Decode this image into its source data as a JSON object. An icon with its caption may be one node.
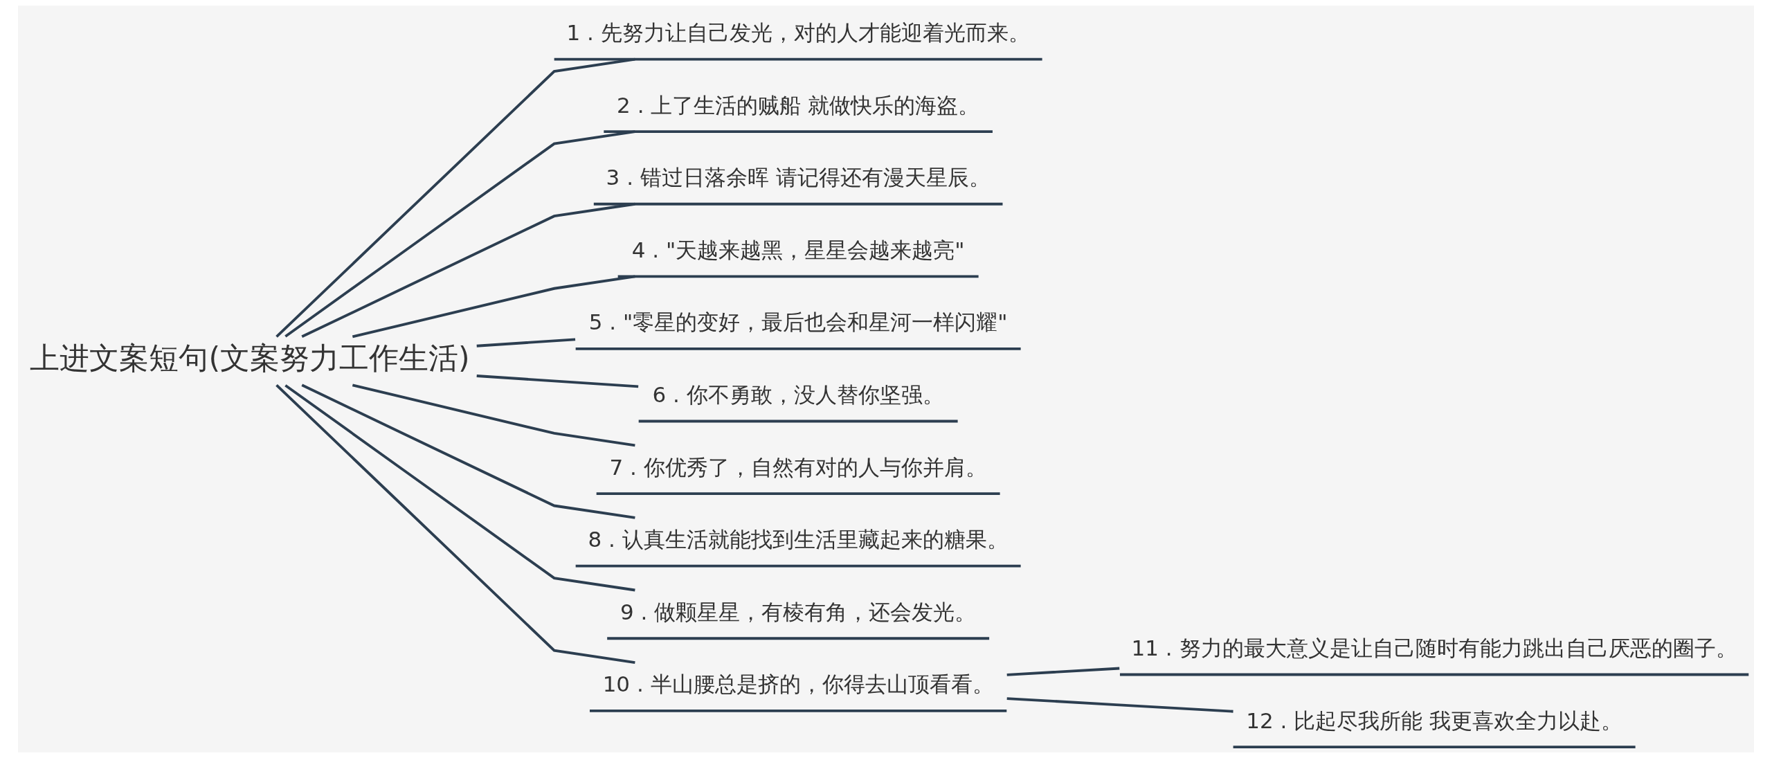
{
  "diagram": {
    "nodes": [
      {
        "text": [
          "上进文案短句(文案努力工作生活)"
        ]
      },
      {
        "text": [
          "1 . 先努力让自己发光，对的人才能迎着光而来。"
        ]
      },
      {
        "text": [
          "2 . 上了生活的贼船 就做快乐的海盗。"
        ]
      },
      {
        "text": [
          "3 . 错过日落余晖 请记得还有漫天星辰。"
        ]
      },
      {
        "text": [
          "4 . \"天越来越黑，星星会越来越亮\""
        ]
      },
      {
        "text": [
          "5 . \"零星的变好，最后也会和星河一样闪耀\""
        ]
      },
      {
        "text": [
          "6 . 你不勇敢，没人替你坚强。"
        ]
      },
      {
        "text": [
          "7 . 你优秀了，自然有对的人与你并肩。"
        ]
      },
      {
        "text": [
          "8 . 认真生活就能找到生活里藏起来的糖果。"
        ]
      },
      {
        "text": [
          "9 . 做颗星星，有棱有角，还会发光。"
        ]
      },
      {
        "text": [
          "10 . 半山腰总是挤的，你得去山顶看看。"
        ]
      },
      {
        "text": [
          "11 . 努力的最大意义是让自己随时有能力跳出自己厌恶的圈子。"
        ]
      },
      {
        "text": [
          "12 . 比起尽我所能 我更喜欢全力以赴。"
        ]
      }
    ],
    "edges": [
      {
        "from": 0,
        "to": 1,
        "arrow": "none"
      },
      {
        "from": 0,
        "to": 2,
        "arrow": "none"
      },
      {
        "from": 0,
        "to": 3,
        "arrow": "none"
      },
      {
        "from": 0,
        "to": 4,
        "arrow": "none"
      },
      {
        "from": 0,
        "to": 5,
        "arrow": "none"
      },
      {
        "from": 0,
        "to": 6,
        "arrow": "none"
      },
      {
        "from": 0,
        "to": 7,
        "arrow": "none"
      },
      {
        "from": 0,
        "to": 8,
        "arrow": "none"
      },
      {
        "from": 0,
        "to": 9,
        "arrow": "none"
      },
      {
        "from": 0,
        "to": 10,
        "arrow": "none"
      },
      {
        "from": 10,
        "to": 11,
        "arrow": "none"
      },
      {
        "from": 10,
        "to": 12,
        "arrow": "none"
      }
    ]
  }
}
